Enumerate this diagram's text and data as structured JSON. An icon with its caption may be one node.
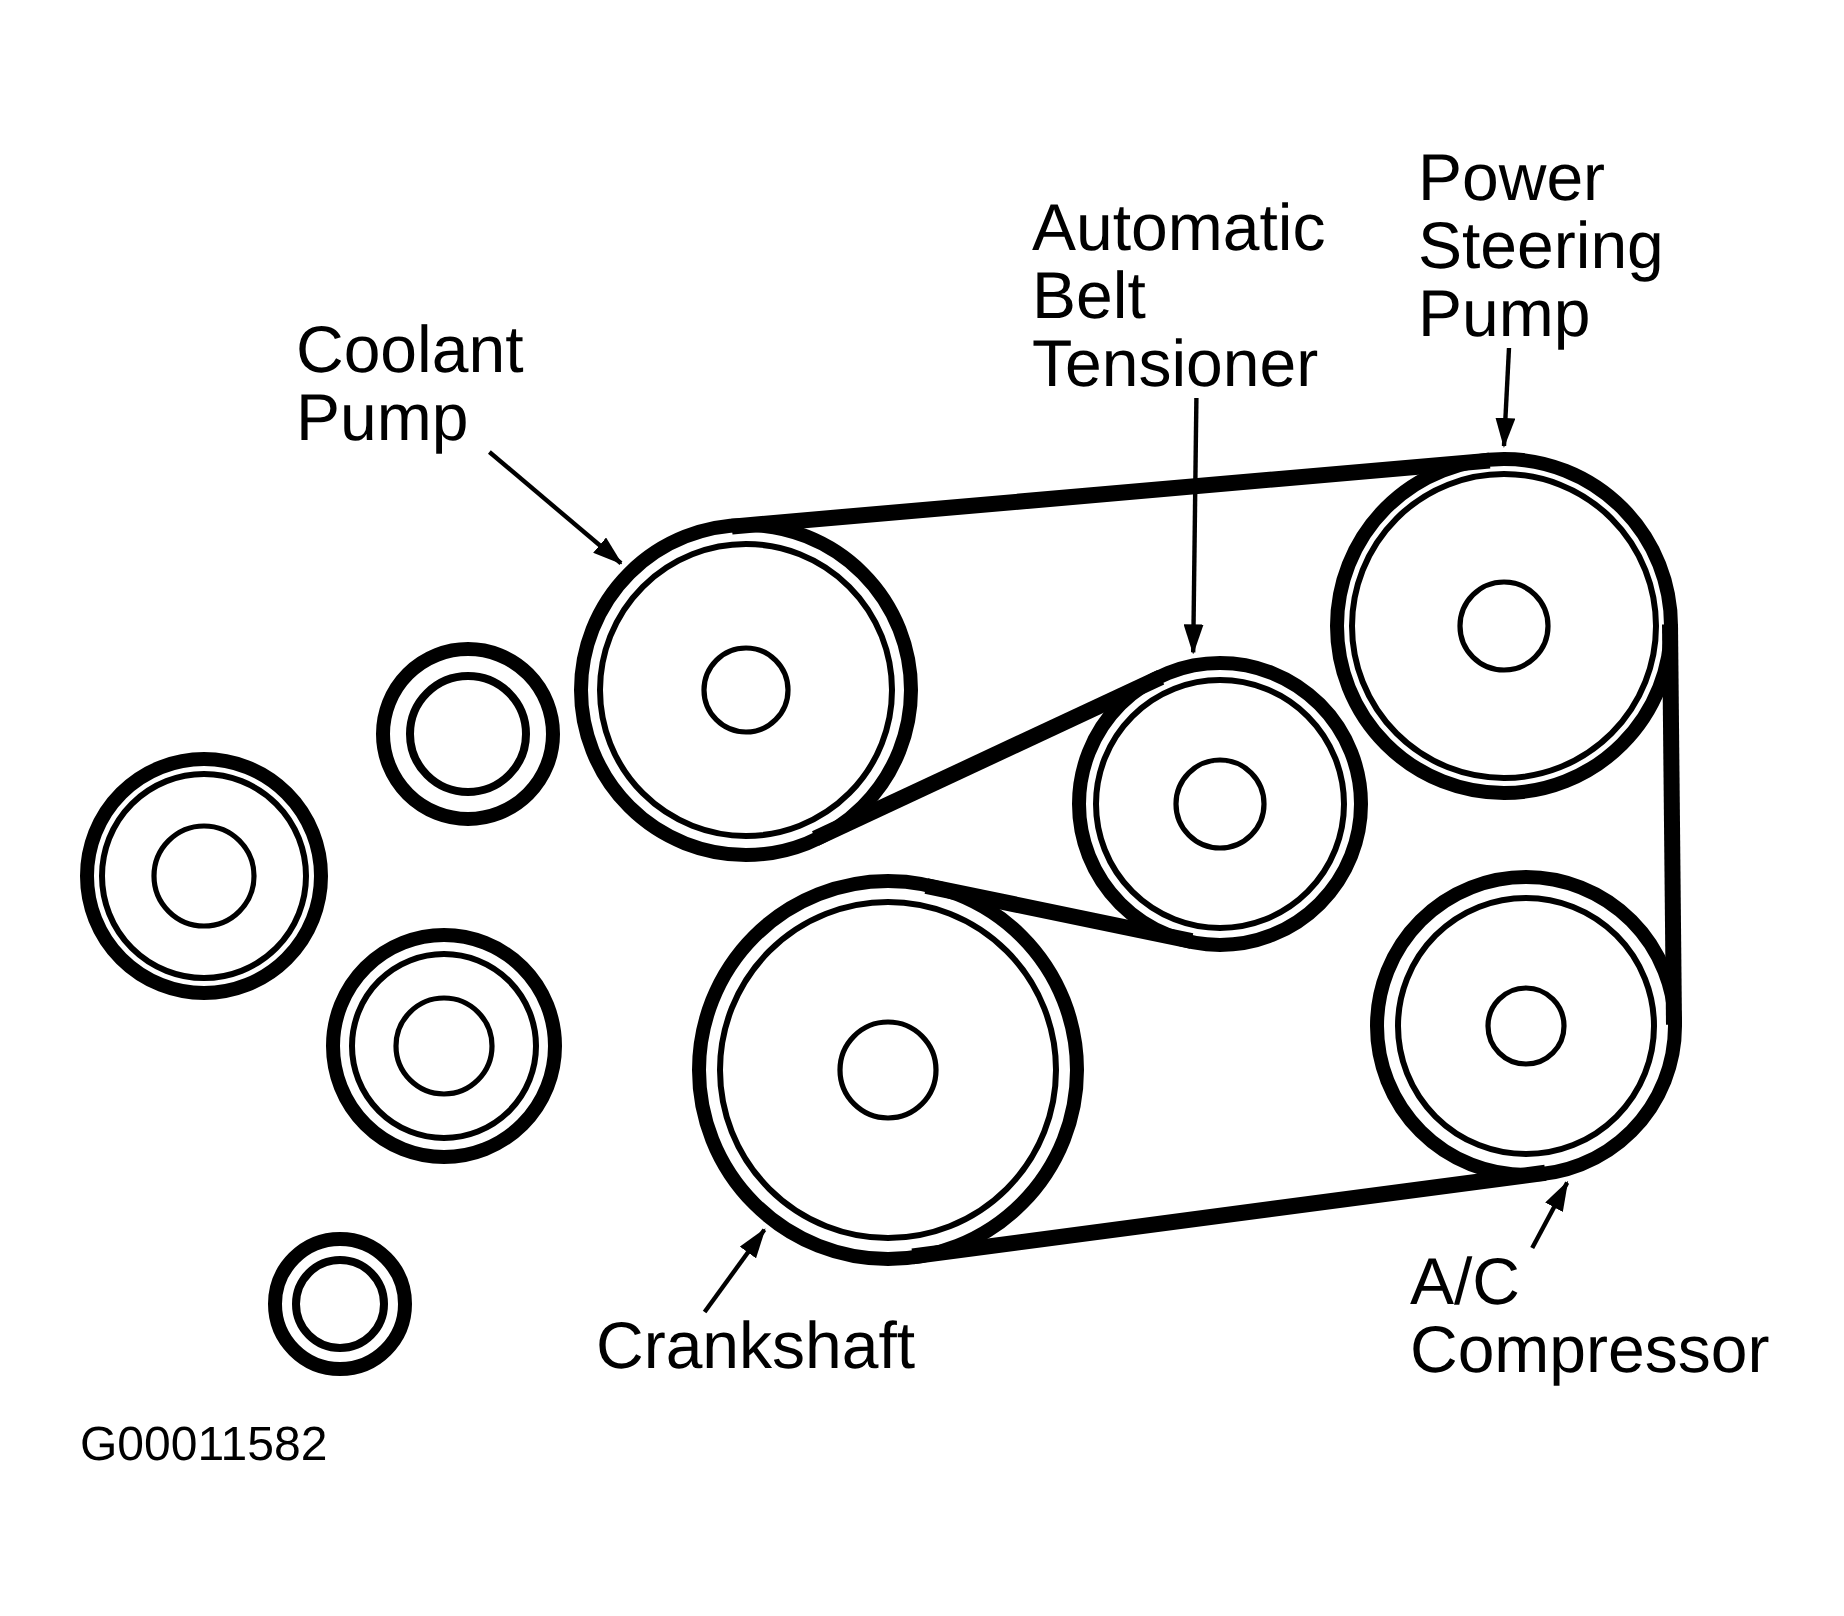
{
  "diagram": {
    "nodes": [
      {
        "text": [
          "Coolant Pump"
        ]
      },
      {
        "text": [
          "Automatic Belt Tensioner"
        ]
      },
      {
        "text": [
          "Power Steering Pump"
        ]
      },
      {
        "text": [],
        "shape": "circle"
      },
      {
        "text": [],
        "shape": "circle"
      },
      {
        "text": [],
        "shape": "circle"
      },
      {
        "text": [],
        "shape": "circle"
      },
      {
        "text": [],
        "shape": "circle"
      },
      {
        "text": [],
        "shape": "circle"
      },
      {
        "text": [],
        "shape": "circle"
      },
      {
        "text": [],
        "shape": "circle"
      },
      {
        "text": [],
        "shape": "circle"
      },
      {
        "text": [
          "Crankshaft"
        ]
      },
      {
        "text": [
          "A/C Compressor"
        ]
      }
    ],
    "edges": [
      {
        "from": 0,
        "to": 4,
        "arrow": "to"
      },
      {
        "from": 1,
        "to": 6,
        "arrow": "to"
      },
      {
        "from": 2,
        "to": 3,
        "arrow": "to"
      },
      {
        "from": 12,
        "to": 9,
        "arrow": "to"
      },
      {
        "from": 13,
        "to": 8,
        "arrow": "to"
      },
      {
        "from": 4,
        "to": 3,
        "arrow": "none",
        "style": "thick"
      },
      {
        "from": 3,
        "to": 8,
        "arrow": "none",
        "style": "thick"
      },
      {
        "from": 8,
        "to": 9,
        "arrow": "none",
        "style": "thick"
      },
      {
        "from": 9,
        "to": 6,
        "arrow": "none",
        "style": "thick"
      },
      {
        "from": 6,
        "to": 4,
        "arrow": "none",
        "style": "thick"
      }
    ],
    "labels": [
      "G00011582"
    ]
  }
}
